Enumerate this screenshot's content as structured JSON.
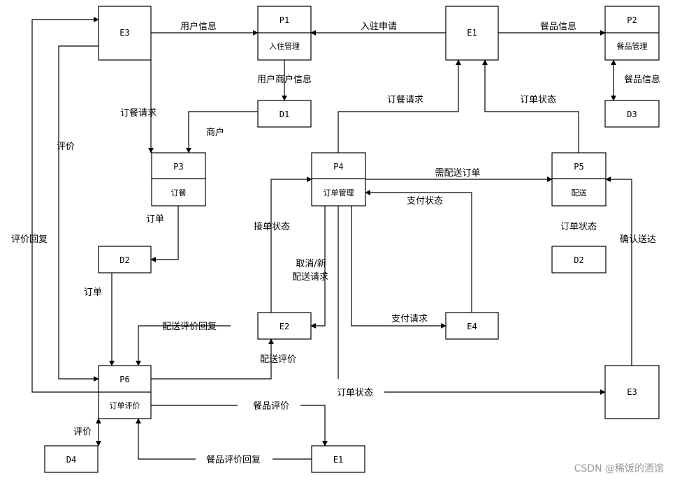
{
  "nodes": {
    "e3_top": "E3",
    "p1_id": "P1",
    "p1_name": "入住管理",
    "e1_top": "E1",
    "p2_id": "P2",
    "p2_name": "餐品管理",
    "d1": "D1",
    "d3": "D3",
    "p3_id": "P3",
    "p3_name": "订餐",
    "p4_id": "P4",
    "p4_name": "订单管理",
    "p5_id": "P5",
    "p5_name": "配送",
    "d2_left": "D2",
    "d2_right": "D2",
    "e2": "E2",
    "e4": "E4",
    "p6_id": "P6",
    "p6_name": "订单评价",
    "e3_bottom": "E3",
    "d4": "D4",
    "e1_bottom": "E1"
  },
  "edges": {
    "user_info": "用户信息",
    "settle_apply": "入驻申请",
    "dish_info_top": "餐品信息",
    "user_merchant_info": "用户商户信息",
    "dish_info_side": "餐品信息",
    "order_request_left": "订餐请求",
    "order_request_mid": "订餐请求",
    "order_status_top": "订单状态",
    "merchant": "商户",
    "review": "评价",
    "need_delivery": "需配送订单",
    "pay_status": "支付状态",
    "order_p3": "订单",
    "accept_status": "接单状态",
    "order_status_p5": "订单状态",
    "confirm_delivered": "确认送达",
    "review_reply": "评价回复",
    "cancel_line1": "取消/新",
    "cancel_line2": "配送请求",
    "order_d2": "订单",
    "delivery_review_reply": "配送评价回复",
    "pay_request": "支付请求",
    "delivery_review": "配送评价",
    "order_status_bottom": "订单状态",
    "dish_review": "餐品评价",
    "review_d4": "评价",
    "dish_review_reply": "餐品评价回复"
  },
  "watermark": "CSDN @稀饭的酒馆"
}
